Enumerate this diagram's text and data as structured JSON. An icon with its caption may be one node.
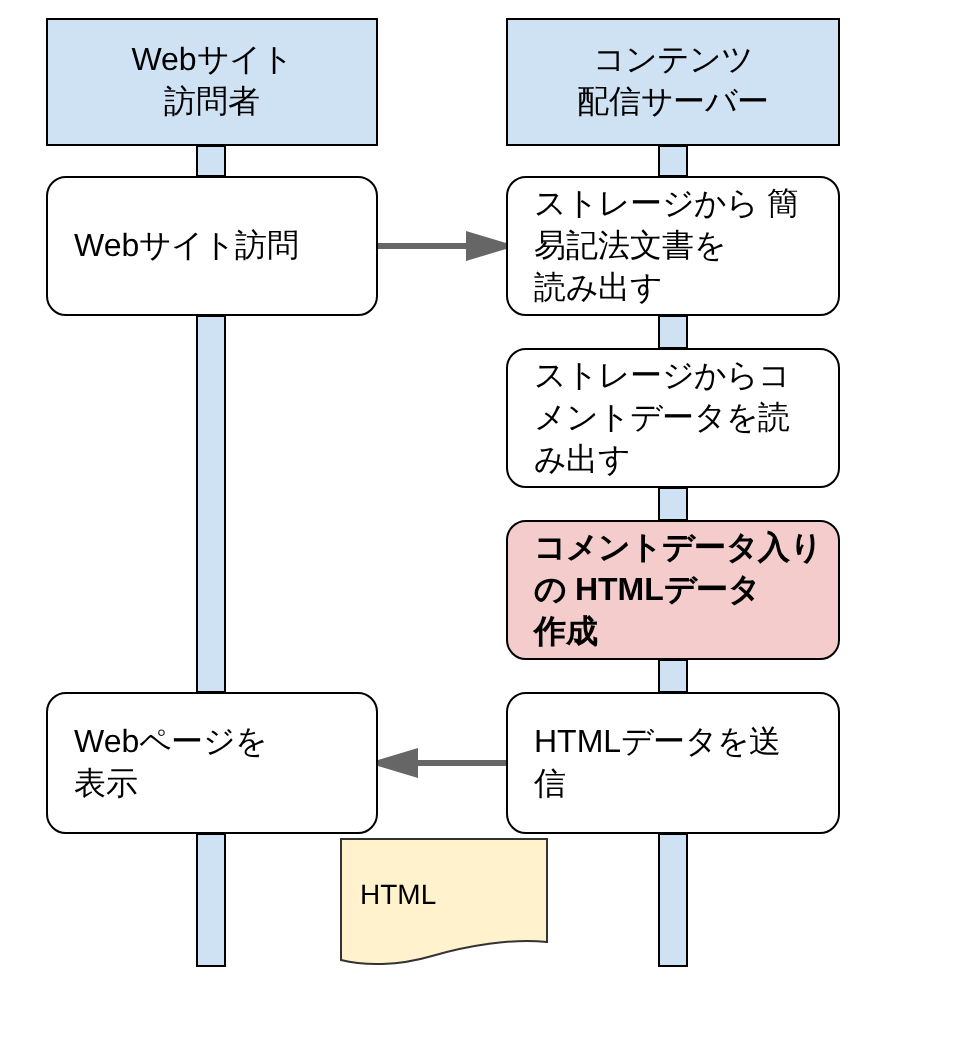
{
  "diagram": {
    "nodes": [
      {
        "text": [
          "Webサイト訪問者"
        ]
      },
      {
        "text": [
          "コンテンツ配信サーバー"
        ]
      },
      {
        "text": [
          "Webサイト訪問"
        ]
      },
      {
        "text": [
          "ストレージから 簡易記法文書を読み出す"
        ]
      },
      {
        "text": [
          "ストレージからコメントデータを読み出す"
        ]
      },
      {
        "text": [
          "コメントデータ入りの HTMLデータ作成"
        ]
      },
      {
        "text": [
          "Webページを表示"
        ]
      },
      {
        "text": [
          "HTMLデータを送信"
        ]
      },
      {
        "text": [
          "HTML"
        ]
      }
    ],
    "edges": [
      {
        "from": 2,
        "to": 3,
        "arrow": "to",
        "color": "#666666"
      },
      {
        "from": 7,
        "to": 6,
        "arrow": "to",
        "color": "#666666"
      },
      {
        "from": 0,
        "to": 2,
        "arrow": "none",
        "style": "thick"
      },
      {
        "from": 2,
        "to": 6,
        "arrow": "none",
        "style": "thick"
      },
      {
        "from": 6,
        "to": null,
        "arrow": "none",
        "style": "thick"
      },
      {
        "from": 1,
        "to": 3,
        "arrow": "none",
        "style": "thick"
      },
      {
        "from": 3,
        "to": 4,
        "arrow": "none",
        "style": "thick"
      },
      {
        "from": 4,
        "to": 5,
        "arrow": "none",
        "style": "thick"
      },
      {
        "from": 5,
        "to": 7,
        "arrow": "none",
        "style": "thick"
      },
      {
        "from": 7,
        "to": null,
        "arrow": "none",
        "style": "thick"
      }
    ]
  }
}
